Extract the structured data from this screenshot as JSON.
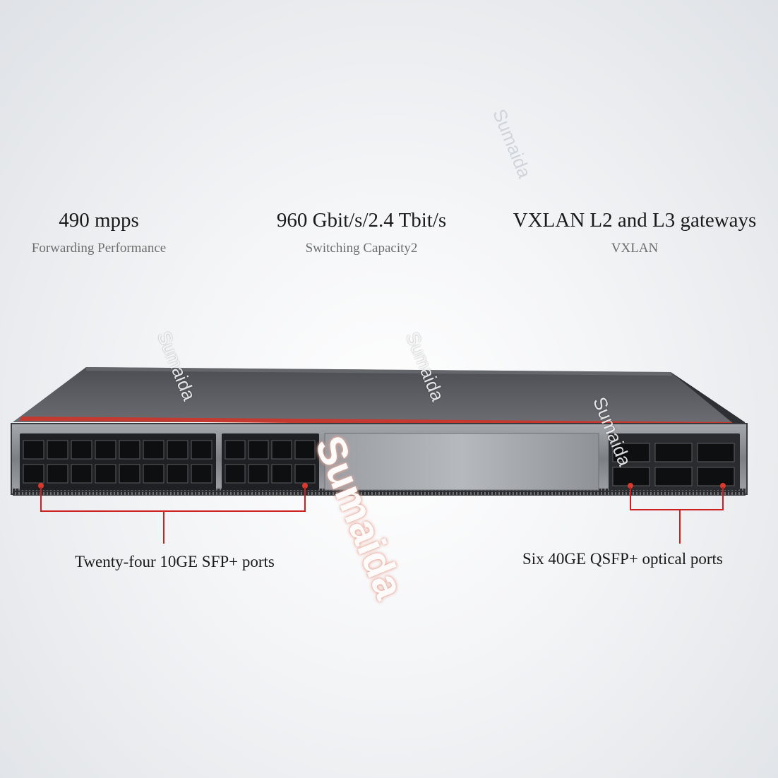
{
  "specs": [
    {
      "value": "490 mpps",
      "label": "Forwarding Performance"
    },
    {
      "value": "960 Gbit/s/2.4 Tbit/s",
      "label": "Switching Capacity2"
    },
    {
      "value": "VXLAN L2 and L3 gateways",
      "label": "VXLAN"
    }
  ],
  "callouts": {
    "sfp": "Twenty-four 10GE SFP+ ports",
    "qsfp": "Six 40GE QSFP+ optical ports"
  },
  "watermark": "Sumaida",
  "colors": {
    "callout_line": "#cc1f1f",
    "chassis_top": "#5f6166",
    "front_panel": "#8e9196",
    "accent_stripe": "#c43a30"
  }
}
